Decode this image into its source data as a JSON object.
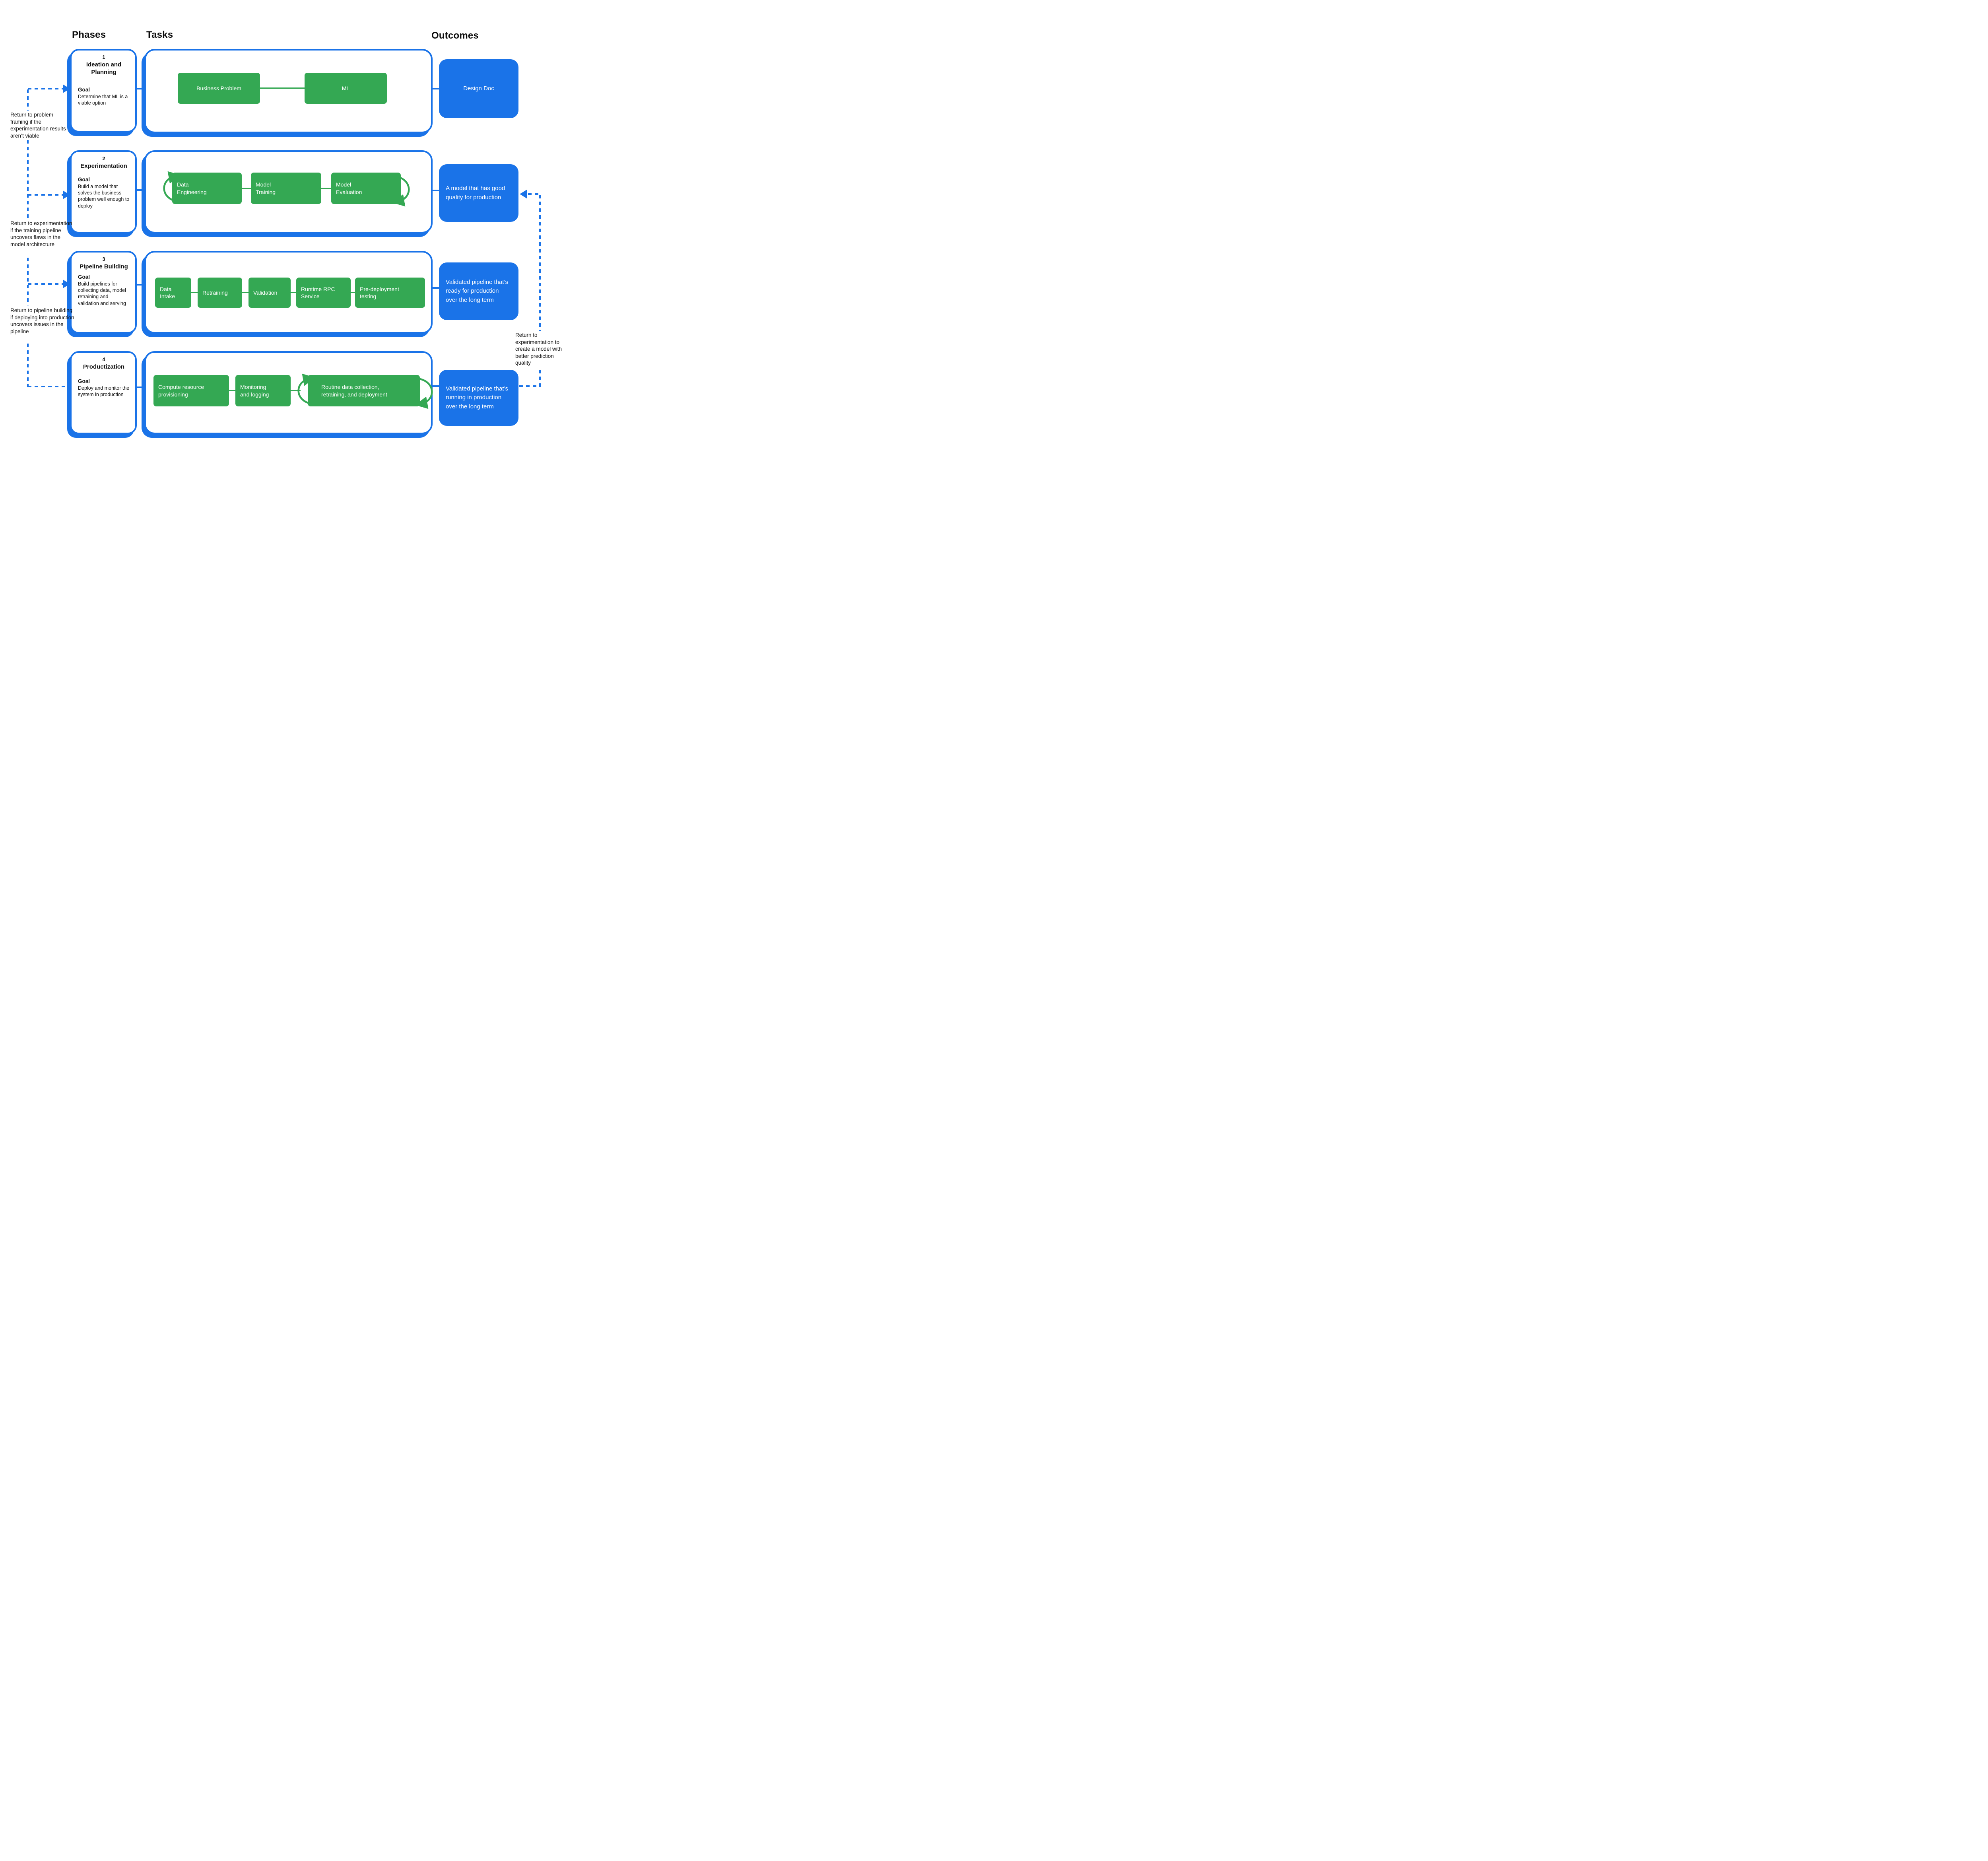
{
  "headers": {
    "phases": "Phases",
    "tasks": "Tasks",
    "outcomes": "Outcomes"
  },
  "colors": {
    "accent_blue": "#1A73E8",
    "accent_green": "#34A853",
    "text": "#111111",
    "background": "#FFFFFF"
  },
  "phases": [
    {
      "number": "1",
      "title": "Ideation and Planning",
      "goal_label": "Goal",
      "goal": "Determine that ML is a viable option",
      "tasks": [
        "Business Problem",
        "ML"
      ],
      "outcome": "Design Doc"
    },
    {
      "number": "2",
      "title": "Experimentation",
      "goal_label": "Goal",
      "goal": "Build a model that solves the business problem well enough to deploy",
      "tasks": [
        "Data Engineering",
        "Model Training",
        "Model Evaluation"
      ],
      "outcome": "A model that has good quality for production"
    },
    {
      "number": "3",
      "title": "Pipeline Building",
      "goal_label": "Goal",
      "goal": "Build pipelines for collecting data, model retraining and validation and serving",
      "tasks": [
        "Data Intake",
        "Retraining",
        "Validation",
        "Runtime RPC Service",
        "Pre-deployment testing"
      ],
      "outcome": "Validated pipeline that’s ready for production over the long term"
    },
    {
      "number": "4",
      "title": "Productization",
      "goal_label": "Goal",
      "goal": "Deploy and monitor the system in production",
      "tasks": [
        "Compute resource provisioning",
        "Monitoring and logging",
        "Routine data collection, retraining, and deployment"
      ],
      "outcome": "Validated pipeline that’s running in production over the long term"
    }
  ],
  "feedback_notes": {
    "left": [
      "Return to problem framing if the experimentation results aren’t viable",
      "Return to experimentation if the training pipeline uncovers flaws in the model architecture",
      "Return to pipeline building if deploying into production uncovers issues in the pipeline"
    ],
    "right": "Return to experimentation to create a model with better prediction quality"
  }
}
